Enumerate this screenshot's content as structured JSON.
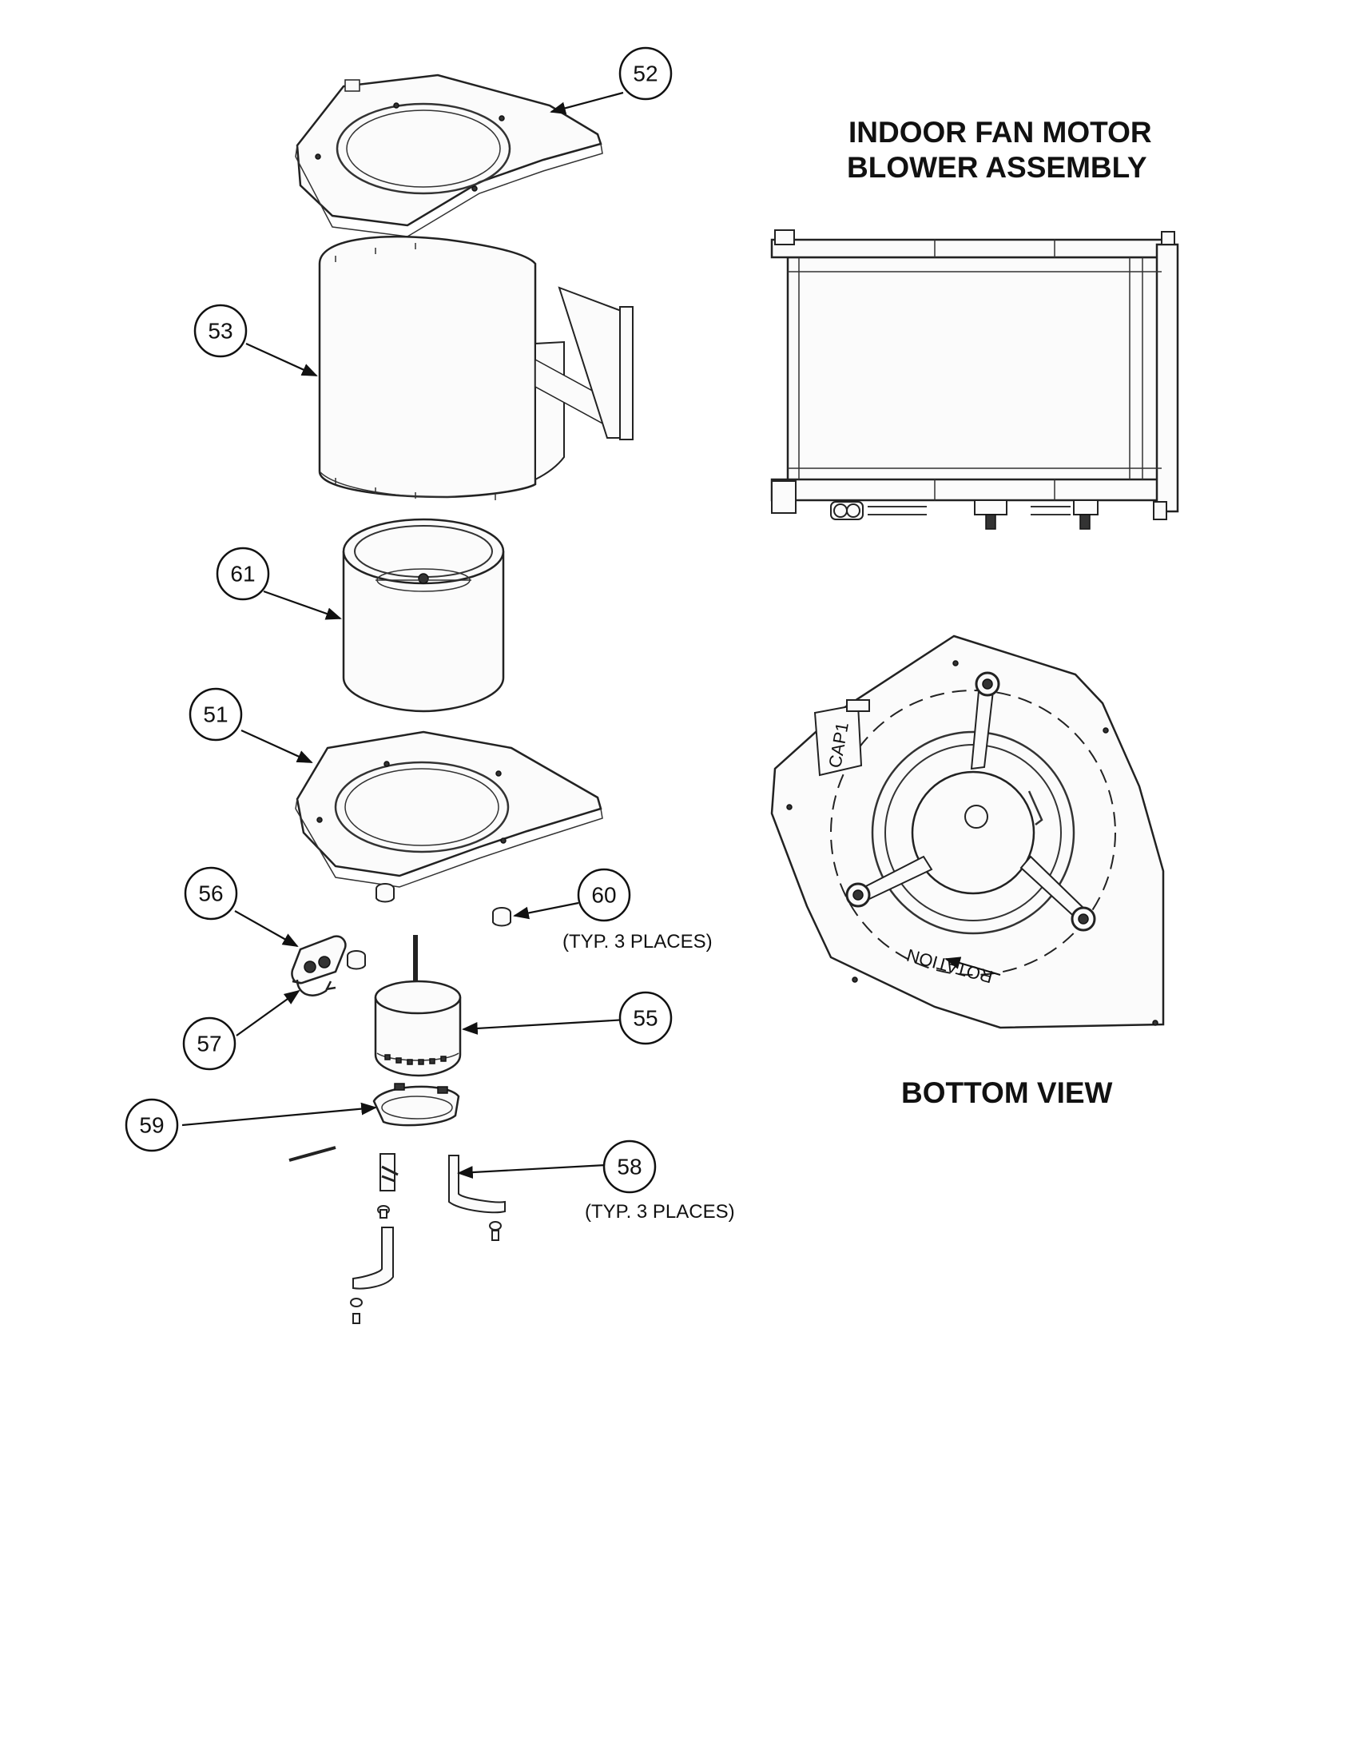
{
  "titles": {
    "main_line1": "INDOOR FAN MOTOR",
    "main_line2": "BLOWER ASSEMBLY",
    "bottom_view": "BOTTOM VIEW"
  },
  "callouts": {
    "c52": "52",
    "c53": "53",
    "c61": "61",
    "c51": "51",
    "c56": "56",
    "c60": "60",
    "c57": "57",
    "c55": "55",
    "c59": "59",
    "c58": "58"
  },
  "notes": {
    "n60": "(TYP. 3 PLACES)",
    "n58": "(TYP. 3 PLACES)"
  },
  "bottom_view_labels": {
    "capacitor": "CAP1",
    "rotation": "ROTATION"
  }
}
